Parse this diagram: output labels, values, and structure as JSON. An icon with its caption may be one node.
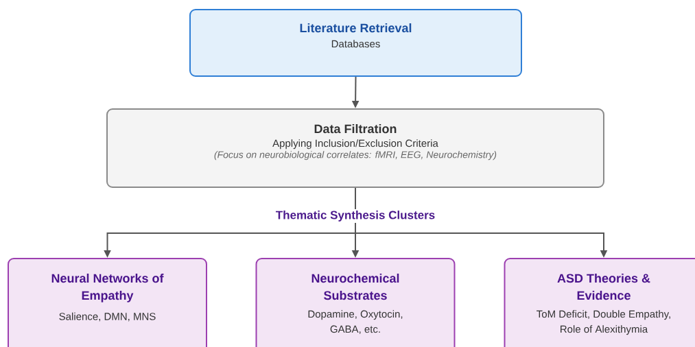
{
  "diagram": {
    "nodes": [
      {
        "text": [
          "Literature Retrieval",
          "Databases"
        ]
      },
      {
        "text": [
          "Data Filtration",
          "Applying Inclusion/Exclusion Criteria",
          "(Focus on neurobiological correlates: fMRI, EEG, Neurochemistry)"
        ]
      },
      {
        "text": [
          "Neural Networks of Empathy",
          "Salience, DMN, MNS"
        ]
      },
      {
        "text": [
          "Neurochemical Substrates",
          "Dopamine, Oxytocin, GABA, etc."
        ]
      },
      {
        "text": [
          "ASD Theories & Evidence",
          "ToM Deficit, Double Empathy, Role of Alexithymia"
        ]
      }
    ],
    "edges": [
      {
        "from": 0,
        "to": 1,
        "arrow": "to"
      },
      {
        "from": 1,
        "to": 2,
        "arrow": "to"
      },
      {
        "from": 1,
        "to": 3,
        "arrow": "to"
      },
      {
        "from": 1,
        "to": 4,
        "arrow": "to"
      }
    ],
    "labels": [
      "Thematic Synthesis Clusters"
    ]
  }
}
